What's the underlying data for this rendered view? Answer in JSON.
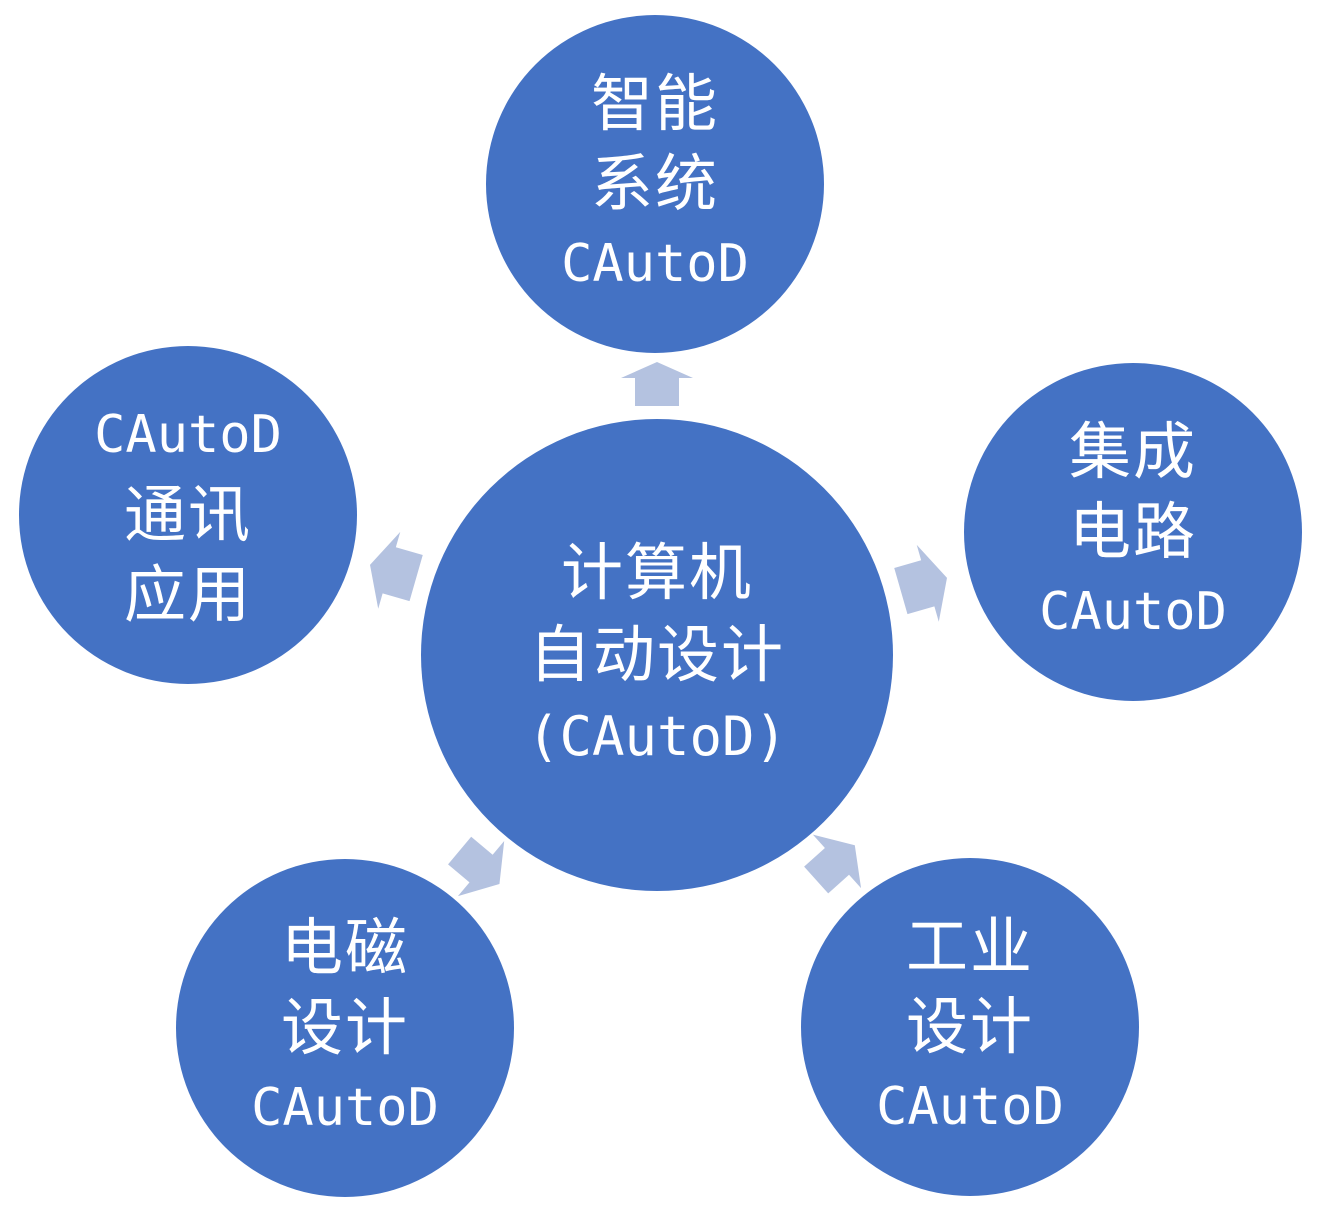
{
  "colors": {
    "circle": "#4472c4",
    "arrow": "#b4c2e0",
    "text": "#ffffff"
  },
  "center": {
    "lines": [
      "计算机",
      "自动设计",
      "(CAutoD)"
    ]
  },
  "nodes": {
    "top": {
      "lines": [
        "智能",
        "系统",
        "CAutoD"
      ]
    },
    "right": {
      "lines": [
        "集成",
        "电路",
        "CAutoD"
      ]
    },
    "bottom_right": {
      "lines": [
        "工业",
        "设计",
        "CAutoD"
      ]
    },
    "bottom_left": {
      "lines": [
        "电磁",
        "设计",
        "CAutoD"
      ]
    },
    "left": {
      "lines": [
        "CAutoD",
        "通讯",
        "应用"
      ]
    }
  }
}
